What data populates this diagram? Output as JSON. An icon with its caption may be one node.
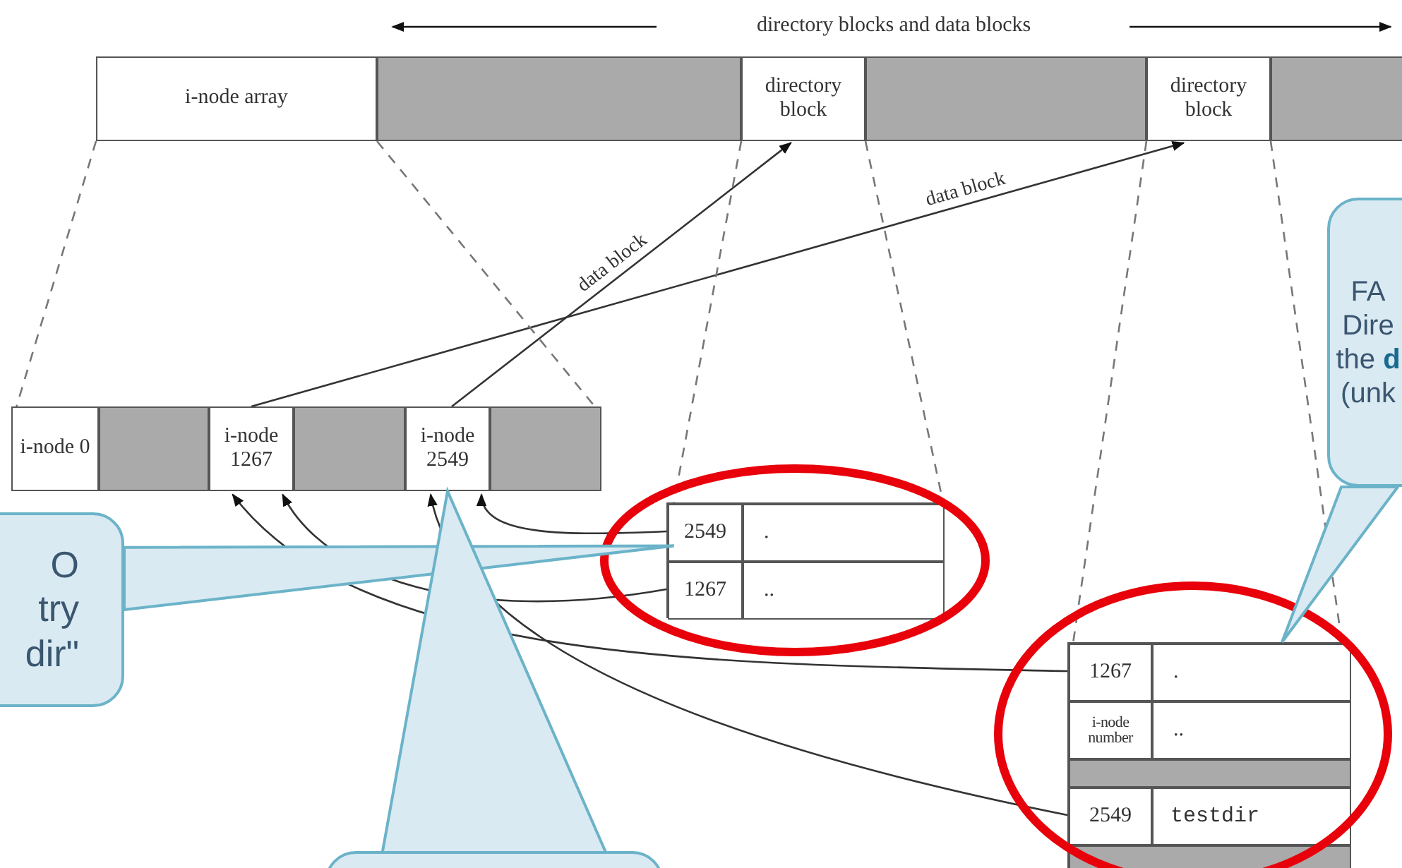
{
  "diagram": {
    "nodes": [
      {
        "text": [
          "i-node array"
        ]
      },
      {
        "text": [],
        "shape": "box"
      },
      {
        "text": [
          "directory block"
        ]
      },
      {
        "text": [],
        "shape": "box"
      },
      {
        "text": [
          "directory block"
        ]
      },
      {
        "text": [],
        "shape": "box"
      },
      {
        "text": [
          "i-node 0"
        ]
      },
      {
        "text": [],
        "shape": "box"
      },
      {
        "text": [
          "i-node 1267"
        ]
      },
      {
        "text": [],
        "shape": "box"
      },
      {
        "text": [
          "i-node 2549"
        ]
      },
      {
        "text": [],
        "shape": "box"
      },
      {
        "text": [],
        "shape": "box"
      },
      {
        "text": [
          "2549"
        ],
        "in": 12
      },
      {
        "text": [
          "."
        ],
        "in": 12
      },
      {
        "text": [
          "1267"
        ],
        "in": 12
      },
      {
        "text": [
          ".."
        ],
        "in": 12
      },
      {
        "text": [
          "O try dir\""
        ]
      },
      {
        "text": [
          "FA Dire the **d** (unk"
        ]
      },
      {
        "text": [],
        "shape": "box"
      },
      {
        "text": [
          "1267"
        ],
        "in": 19
      },
      {
        "text": [
          "."
        ],
        "in": 19
      },
      {
        "text": [
          "i-node number"
        ],
        "in": 19
      },
      {
        "text": [
          ".."
        ],
        "in": 19
      },
      {
        "text": [],
        "shape": "bar",
        "in": 19
      },
      {
        "text": [
          "2549"
        ],
        "in": 19
      },
      {
        "text": [
          "testdir"
        ],
        "in": 19
      },
      {
        "text": [],
        "shape": "bar",
        "in": 19
      },
      {
        "text": [],
        "shape": "callout"
      }
    ],
    "edges": [
      {
        "from": 10,
        "to": 2,
        "arrow": "to",
        "label": "data block"
      },
      {
        "from": 8,
        "to": 4,
        "arrow": "to",
        "label": "data block"
      },
      {
        "from": 13,
        "to": 10,
        "arrow": "to"
      },
      {
        "from": 15,
        "to": 8,
        "arrow": "to"
      },
      {
        "from": 20,
        "to": 8,
        "arrow": "to"
      },
      {
        "from": 25,
        "to": 10,
        "arrow": "to"
      },
      {
        "from": 17,
        "to": 13,
        "arrow": "to",
        "color": "#6bb3c9"
      },
      {
        "from": 28,
        "to": 10,
        "arrow": "to",
        "color": "#6bb3c9"
      },
      {
        "from": 18,
        "to": 19,
        "arrow": "to",
        "color": "#6bb3c9"
      },
      {
        "from": 0,
        "to": 6,
        "arrow": "none",
        "style": "dashed",
        "color": "#777777"
      },
      {
        "from": 0,
        "to": 11,
        "arrow": "none",
        "style": "dashed",
        "color": "#777777"
      },
      {
        "from": 2,
        "to": 13,
        "arrow": "none",
        "style": "dashed",
        "color": "#777777"
      },
      {
        "from": 2,
        "to": 14,
        "arrow": "none",
        "style": "dashed",
        "color": "#777777"
      },
      {
        "from": 4,
        "to": 20,
        "arrow": "none",
        "style": "dashed",
        "color": "#777777"
      },
      {
        "from": 4,
        "to": 21,
        "arrow": "none",
        "style": "dashed",
        "color": "#777777"
      }
    ],
    "labels": [
      "directory blocks and data blocks"
    ]
  }
}
